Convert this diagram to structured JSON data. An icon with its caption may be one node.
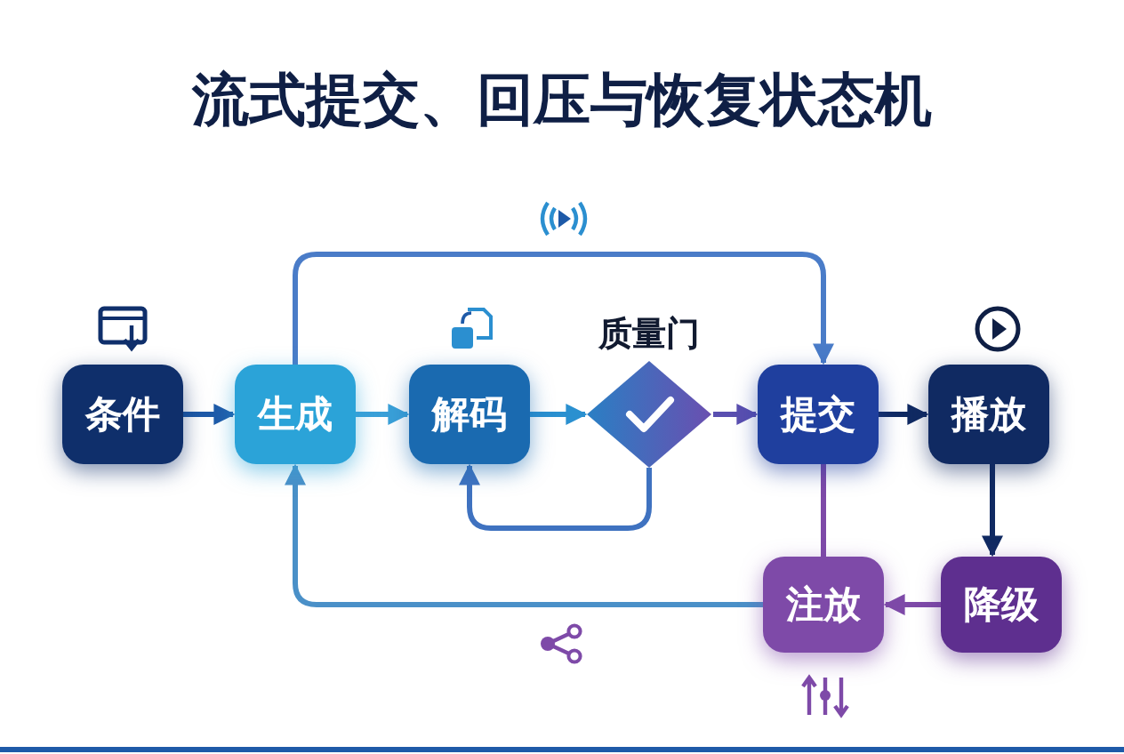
{
  "diagram": {
    "title": "流式提交、回压与恢复状态机",
    "nodes": [
      {
        "text": [
          "条件"
        ]
      },
      {
        "text": [
          "生成"
        ]
      },
      {
        "text": [
          "解码"
        ]
      },
      {
        "text": [
          "质量门"
        ]
      },
      {
        "text": [
          "提交"
        ]
      },
      {
        "text": [
          "播放"
        ]
      },
      {
        "text": [
          "降级"
        ]
      },
      {
        "text": [
          "注放"
        ]
      }
    ],
    "edges": [
      {
        "from": 0,
        "to": 1,
        "arrow": "to",
        "color": "#1e5aa8"
      },
      {
        "from": 1,
        "to": 2,
        "arrow": "to",
        "color": "#3aa0d8"
      },
      {
        "from": 2,
        "to": 3,
        "arrow": "to",
        "color": "#2a90d0"
      },
      {
        "from": 3,
        "to": 4,
        "arrow": "to",
        "color": "#5a4fb0"
      },
      {
        "from": 4,
        "to": 5,
        "arrow": "to",
        "color": "#102a62"
      },
      {
        "from": 5,
        "to": 6,
        "arrow": "to",
        "color": "#102a62"
      },
      {
        "from": 6,
        "to": 7,
        "arrow": "to",
        "color": "#7e4aa8"
      },
      {
        "from": 1,
        "to": 4,
        "arrow": "to",
        "color": "#4a7cc8"
      },
      {
        "from": 3,
        "to": 2,
        "arrow": "to",
        "color": "#3f72c0"
      },
      {
        "from": 7,
        "to": 1,
        "arrow": "to",
        "color": "#4a90c8"
      },
      {
        "from": 4,
        "to": 7,
        "arrow": "none",
        "color": "#7e4aa8"
      }
    ]
  }
}
